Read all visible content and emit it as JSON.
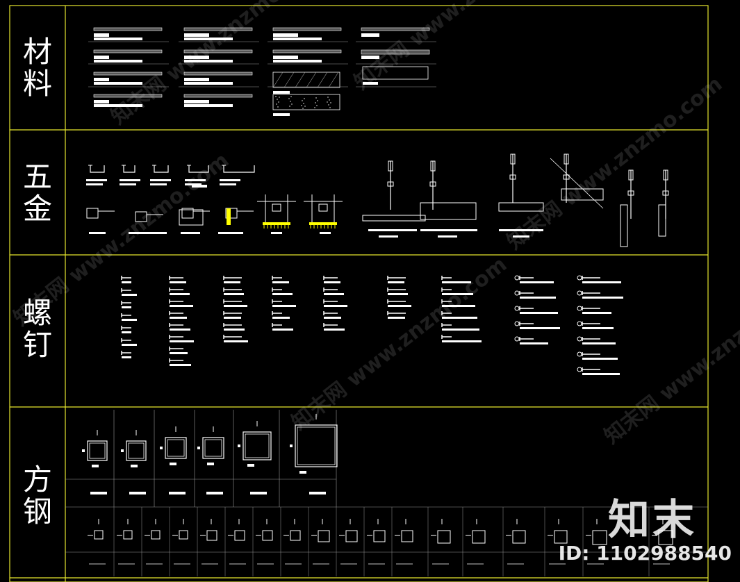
{
  "sections": [
    {
      "label": "材料"
    },
    {
      "label": "五金"
    },
    {
      "label": "螺钉"
    },
    {
      "label": "方钢"
    }
  ],
  "watermark": {
    "brand": "知末",
    "id_text": "ID: 1102988540",
    "diagonal_text": "知末网 www.znzmo.com"
  },
  "colors": {
    "frame": "#e6e62e",
    "lines": "#ffffff",
    "grid": "#9a9a9a",
    "highlight": "#ffff00",
    "background": "#000000"
  }
}
